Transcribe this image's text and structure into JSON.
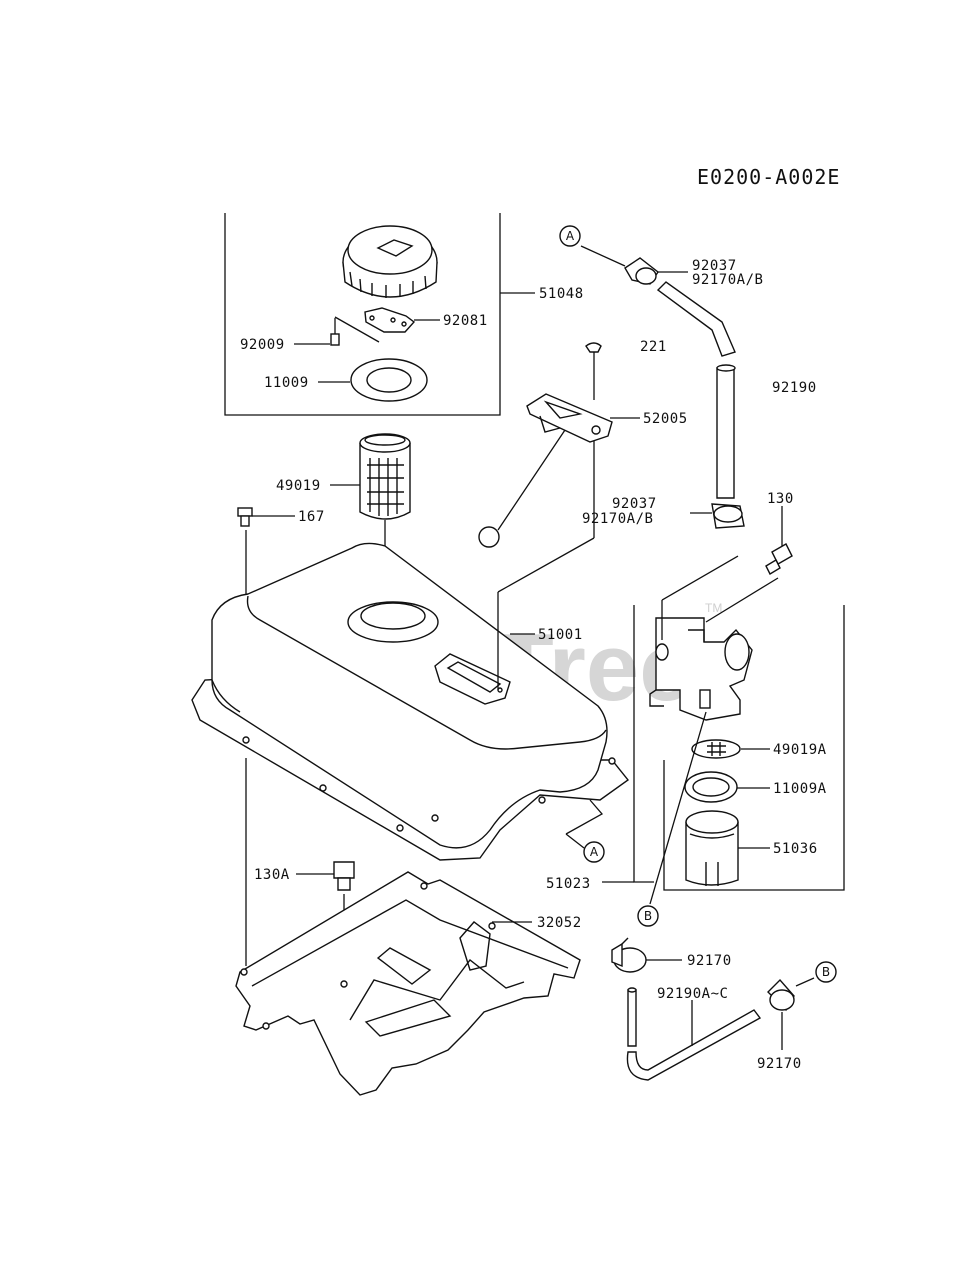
{
  "diagram_code": "E0200-A002E",
  "watermark": {
    "text": "PartsTree",
    "trademark": "TM"
  },
  "callouts": {
    "A": "A",
    "B": "B"
  },
  "labels": {
    "p51048": "51048",
    "p92081": "92081",
    "p92009": "92009",
    "p11009": "11009",
    "p49019": "49019",
    "p167": "167",
    "p92037_top": "92037",
    "p92170AB_top": "92170A/B",
    "p221": "221",
    "p92190": "92190",
    "p52005": "52005",
    "p92037_mid": "92037",
    "p92170AB_mid": "92170A/B",
    "p130": "130",
    "p51001": "51001",
    "p49019A": "49019A",
    "p11009A": "11009A",
    "p51036": "51036",
    "p51023": "51023",
    "p130A": "130A",
    "p32052": "32052",
    "p92170_a": "92170",
    "p92190AC": "92190A~C",
    "p92170_b": "92170"
  }
}
